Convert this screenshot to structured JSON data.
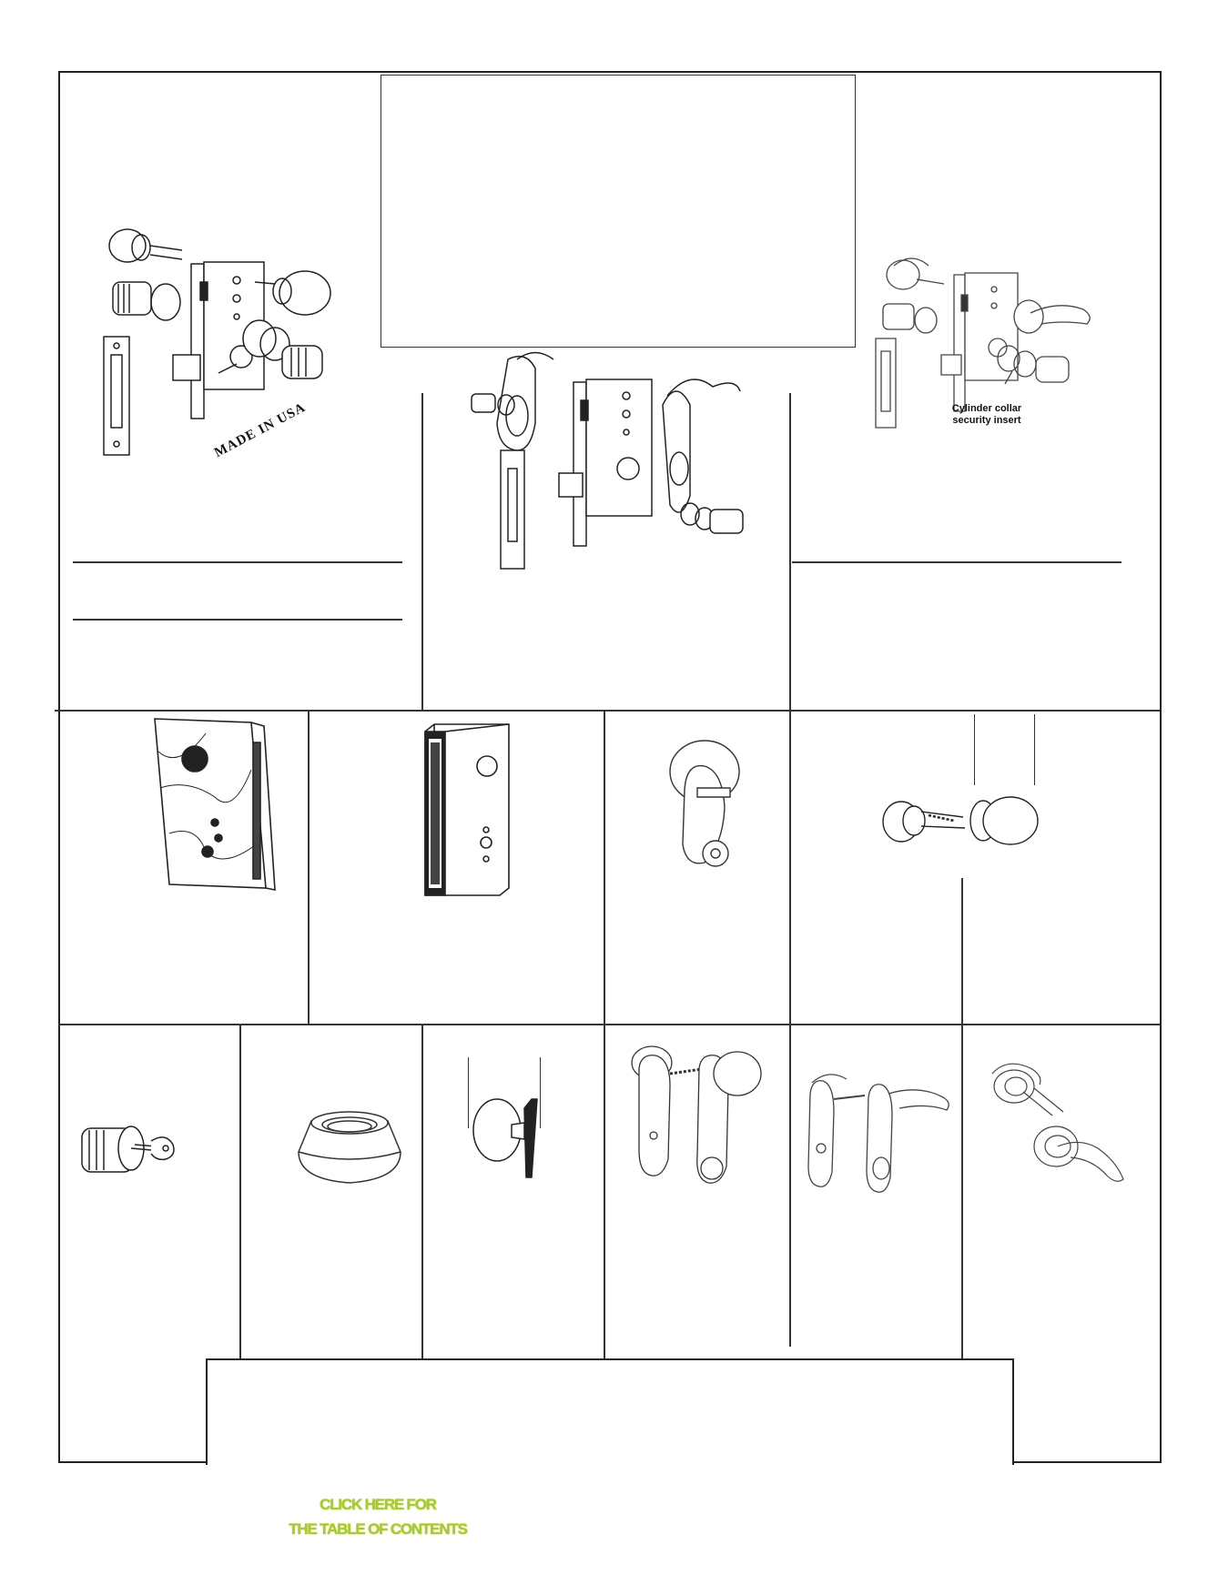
{
  "page": {
    "toc_link": {
      "line1": "CLICK HERE FOR",
      "line2": "THE TABLE OF CONTENTS"
    }
  },
  "illustrations": {
    "mortise_knob": {
      "stamp": "MADE IN USA"
    },
    "mortise_lever_collar": {
      "annotation_line1": "Cylinder collar",
      "annotation_line2": "security insert"
    }
  },
  "icons": {
    "mortise_knob": "mortise-lock-knob-icon",
    "mortise_lever": "mortise-lock-lever-icon",
    "mortise_collar": "mortise-lock-collar-icon",
    "box_wood": "wood-lock-box-icon",
    "box_steel": "steel-lock-box-icon",
    "escutcheon": "escutcheon-plate-icon",
    "knob_set": "knob-set-icon",
    "cylinder": "mortise-cylinder-icon",
    "collar": "cylinder-collar-icon",
    "knob": "door-knob-icon",
    "knob_plates": "knob-plate-set-icon",
    "lever_plates": "lever-plate-set-icon",
    "lever_rosette": "lever-rosette-set-icon"
  }
}
